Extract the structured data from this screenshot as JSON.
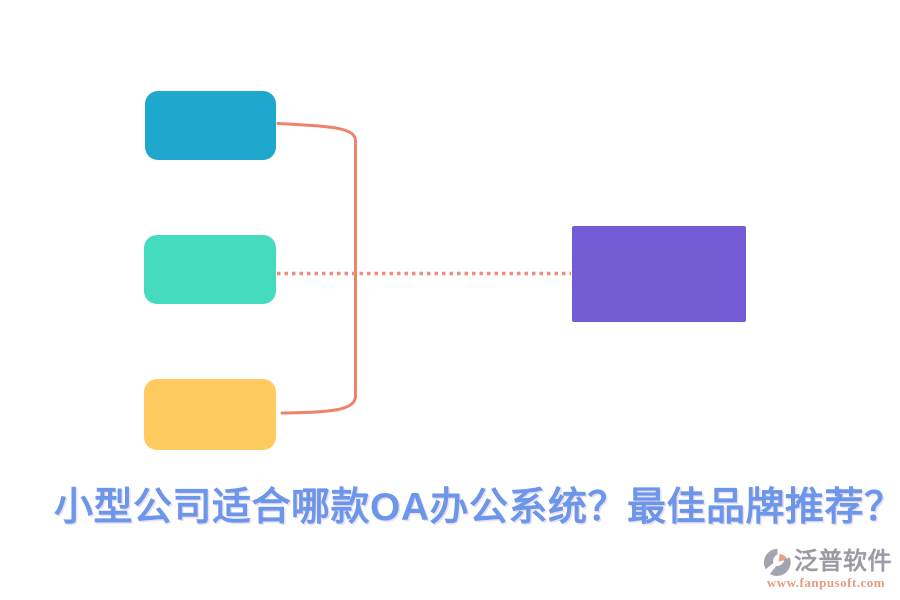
{
  "canvas": {
    "background": "#ffffff"
  },
  "diagram": {
    "left_boxes": [
      {
        "id": "top-box",
        "color": "#1FA8CE"
      },
      {
        "id": "middle-box",
        "color": "#45DBBE"
      },
      {
        "id": "bottom-box",
        "color": "#FFCA5F"
      }
    ],
    "right_box": {
      "color": "#735CD6"
    },
    "connector": {
      "bracket_color": "#F08269",
      "dotted_color": "#F08D76"
    }
  },
  "title": {
    "text": "小型公司适合哪款OA办公系统？最佳品牌推荐？",
    "color": "#6C96E9"
  },
  "logo": {
    "name": "泛普软件",
    "url": "www.fanpusoft.com",
    "name_color": "#9B9BA5",
    "url_color": "#E49B82",
    "icon_gray": "#A4A4AE",
    "icon_accent": "#E8A287"
  }
}
